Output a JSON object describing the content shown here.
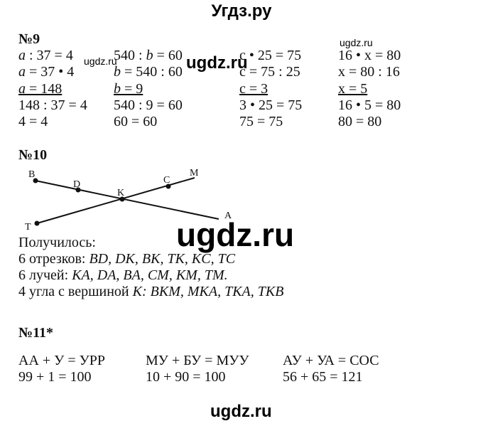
{
  "header": "Угдз.ру",
  "watermark": "ugdz.ru",
  "n9": {
    "title": "№9",
    "cols": [
      [
        "a : 37 = 4",
        "a = 37 • 4",
        "a = 148",
        "148 : 37 = 4",
        "4 = 4"
      ],
      [
        "540 : b = 60",
        "b = 540 : 60",
        "b = 9",
        "540 : 9 = 60",
        "60 = 60"
      ],
      [
        "c • 25 = 75",
        "c = 75 : 25",
        "c = 3",
        "3 • 25 = 75",
        "75 = 75"
      ],
      [
        "16 • x = 80",
        "x = 80 : 16",
        "x = 5",
        "16 • 5 = 80",
        "80 = 80"
      ]
    ]
  },
  "n10": {
    "title": "№10",
    "points": [
      "B",
      "D",
      "K",
      "C",
      "M",
      "A",
      "T"
    ],
    "result": "Получилось:",
    "lines": [
      {
        "pre": "6 отрезков: ",
        "it": "BD, DK, BK, TK, KC, TC"
      },
      {
        "pre": "6 лучей: ",
        "it": "KA, DA, BA, CM, KM, TM."
      },
      {
        "pre": "4 угла с вершиной ",
        "it": "K: BKM, MKA, TKA, TKB"
      }
    ]
  },
  "n11": {
    "title": "№11*",
    "cols": [
      [
        "АА + У = УРР",
        "99 + 1 = 100"
      ],
      [
        "МУ + БУ = МУУ",
        "10 + 90 = 100"
      ],
      [
        "АУ + УА = СОС",
        "56 + 65 = 121"
      ]
    ]
  }
}
